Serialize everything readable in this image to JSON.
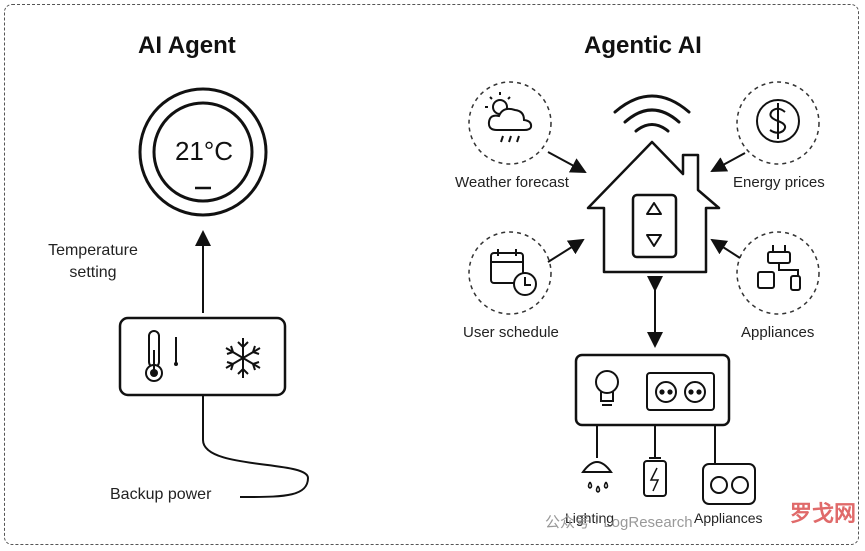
{
  "left": {
    "title": "AI Agent",
    "temperature": "21°C",
    "temperature_setting_label": "Temperature\nsetting",
    "backup_power_label": "Backup power"
  },
  "right": {
    "title": "Agentic AI",
    "inputs": {
      "weather": "Weather forecast",
      "energy": "Energy prices",
      "schedule": "User schedule",
      "appliances": "Appliances"
    },
    "outputs": {
      "lighting": "Lighting",
      "appliances": "Appliances"
    }
  },
  "watermark": {
    "account": "公众号 · LogResearch",
    "logo_text": "罗戈网"
  }
}
